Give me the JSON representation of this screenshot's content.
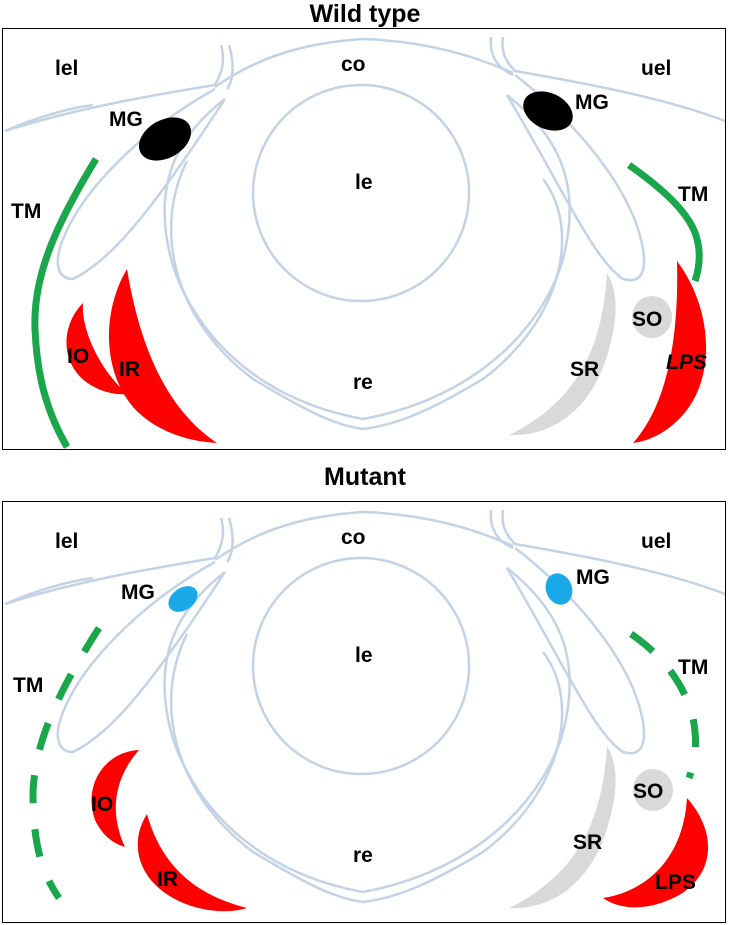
{
  "panels": [
    {
      "title": "Wild type",
      "labels": {
        "lel": "lel",
        "co": "co",
        "uel": "uel",
        "mg_left": "MG",
        "mg_right": "MG",
        "le": "le",
        "re": "re",
        "tm_left": "TM",
        "tm_right": "TM",
        "io": "IO",
        "ir": "IR",
        "sr": "SR",
        "so": "SO",
        "lps": "LPS"
      },
      "lps_italic": true,
      "tm_style": "solid",
      "colors": {
        "mg": "#000000",
        "tm": "#1aa64a",
        "muscle": "#ff0000",
        "so_sr": "#d9d9d9"
      }
    },
    {
      "title": "Mutant",
      "labels": {
        "lel": "lel",
        "co": "co",
        "uel": "uel",
        "mg_left": "MG",
        "mg_right": "MG",
        "le": "le",
        "re": "re",
        "tm_left": "TM",
        "tm_right": "TM",
        "io": "IO",
        "ir": "IR",
        "sr": "SR",
        "so": "SO",
        "lps": "LPS"
      },
      "lps_italic": false,
      "tm_style": "dashed",
      "colors": {
        "mg": "#1aa9e8",
        "tm": "#1aa64a",
        "muscle": "#ff0000",
        "so_sr": "#d9d9d9"
      }
    }
  ]
}
